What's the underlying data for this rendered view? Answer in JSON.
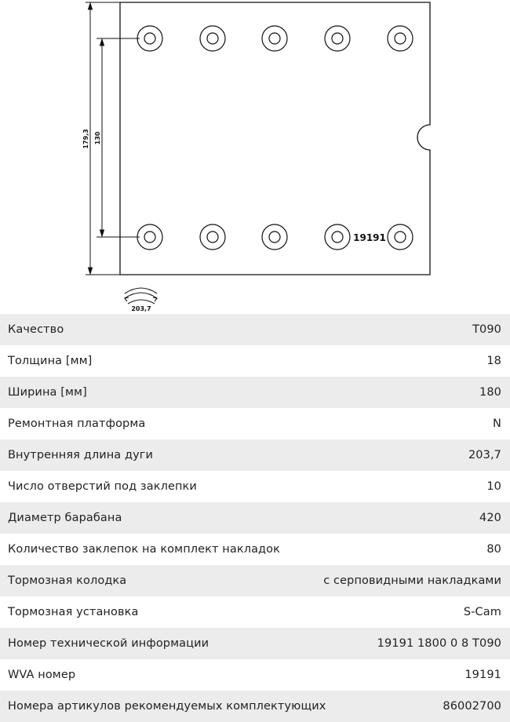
{
  "drawing": {
    "dimension_total_height": "179,3",
    "dimension_hole_spacing": "130",
    "dimension_arc_length": "203,7",
    "part_marking": "19191"
  },
  "specs": [
    {
      "label": "Качество",
      "value": "T090"
    },
    {
      "label": "Толщина [мм]",
      "value": "18"
    },
    {
      "label": "Ширина [мм]",
      "value": "180"
    },
    {
      "label": "Ремонтная платформа",
      "value": "N"
    },
    {
      "label": "Внутренняя длина дуги",
      "value": "203,7"
    },
    {
      "label": "Число отверстий под заклепки",
      "value": "10"
    },
    {
      "label": "Диаметр барабана",
      "value": "420"
    },
    {
      "label": "Количество заклепок на комплект накладок",
      "value": "80"
    },
    {
      "label": "Тормозная колодка",
      "value": "с серповидными накладками"
    },
    {
      "label": "Тормозная установка",
      "value": "S-Cam"
    },
    {
      "label": "Номер технической информации",
      "value": "19191 1800 0 8 T090"
    },
    {
      "label": "WVA номер",
      "value": "19191"
    },
    {
      "label": "Номера артикулов рекомендуемых комплектующих",
      "value": "86002700"
    }
  ]
}
